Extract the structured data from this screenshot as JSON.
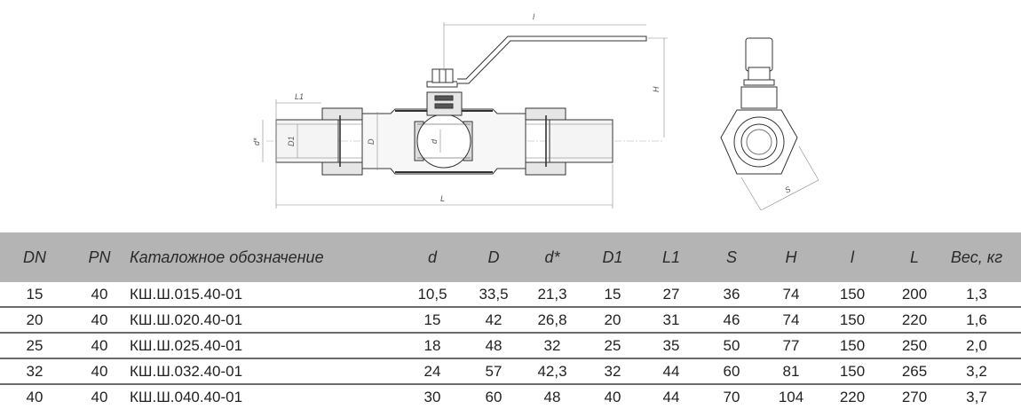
{
  "drawing": {
    "labels": {
      "l": "l",
      "H": "H",
      "L1": "L1",
      "d_star": "d*",
      "D1": "D1",
      "D": "D",
      "d": "d",
      "L": "L",
      "S": "S"
    },
    "line_color": "#333333"
  },
  "table": {
    "header_bg": "#b4b4b4",
    "columns": [
      "DN",
      "PN",
      "Каталожное обозначение",
      "d",
      "D",
      "d*",
      "D1",
      "L1",
      "S",
      "H",
      "l",
      "L",
      "Вес, кг"
    ],
    "rows": [
      [
        "15",
        "40",
        "КШ.Ш.015.40-01",
        "10,5",
        "33,5",
        "21,3",
        "15",
        "27",
        "36",
        "74",
        "150",
        "200",
        "1,3"
      ],
      [
        "20",
        "40",
        "КШ.Ш.020.40-01",
        "15",
        "42",
        "26,8",
        "20",
        "31",
        "46",
        "74",
        "150",
        "220",
        "1,6"
      ],
      [
        "25",
        "40",
        "КШ.Ш.025.40-01",
        "18",
        "48",
        "32",
        "25",
        "35",
        "50",
        "77",
        "150",
        "250",
        "2,0"
      ],
      [
        "32",
        "40",
        "КШ.Ш.032.40-01",
        "24",
        "57",
        "42,3",
        "32",
        "44",
        "60",
        "81",
        "150",
        "265",
        "3,2"
      ],
      [
        "40",
        "40",
        "КШ.Ш.040.40-01",
        "30",
        "60",
        "48",
        "40",
        "44",
        "70",
        "104",
        "220",
        "270",
        "3,7"
      ]
    ]
  }
}
